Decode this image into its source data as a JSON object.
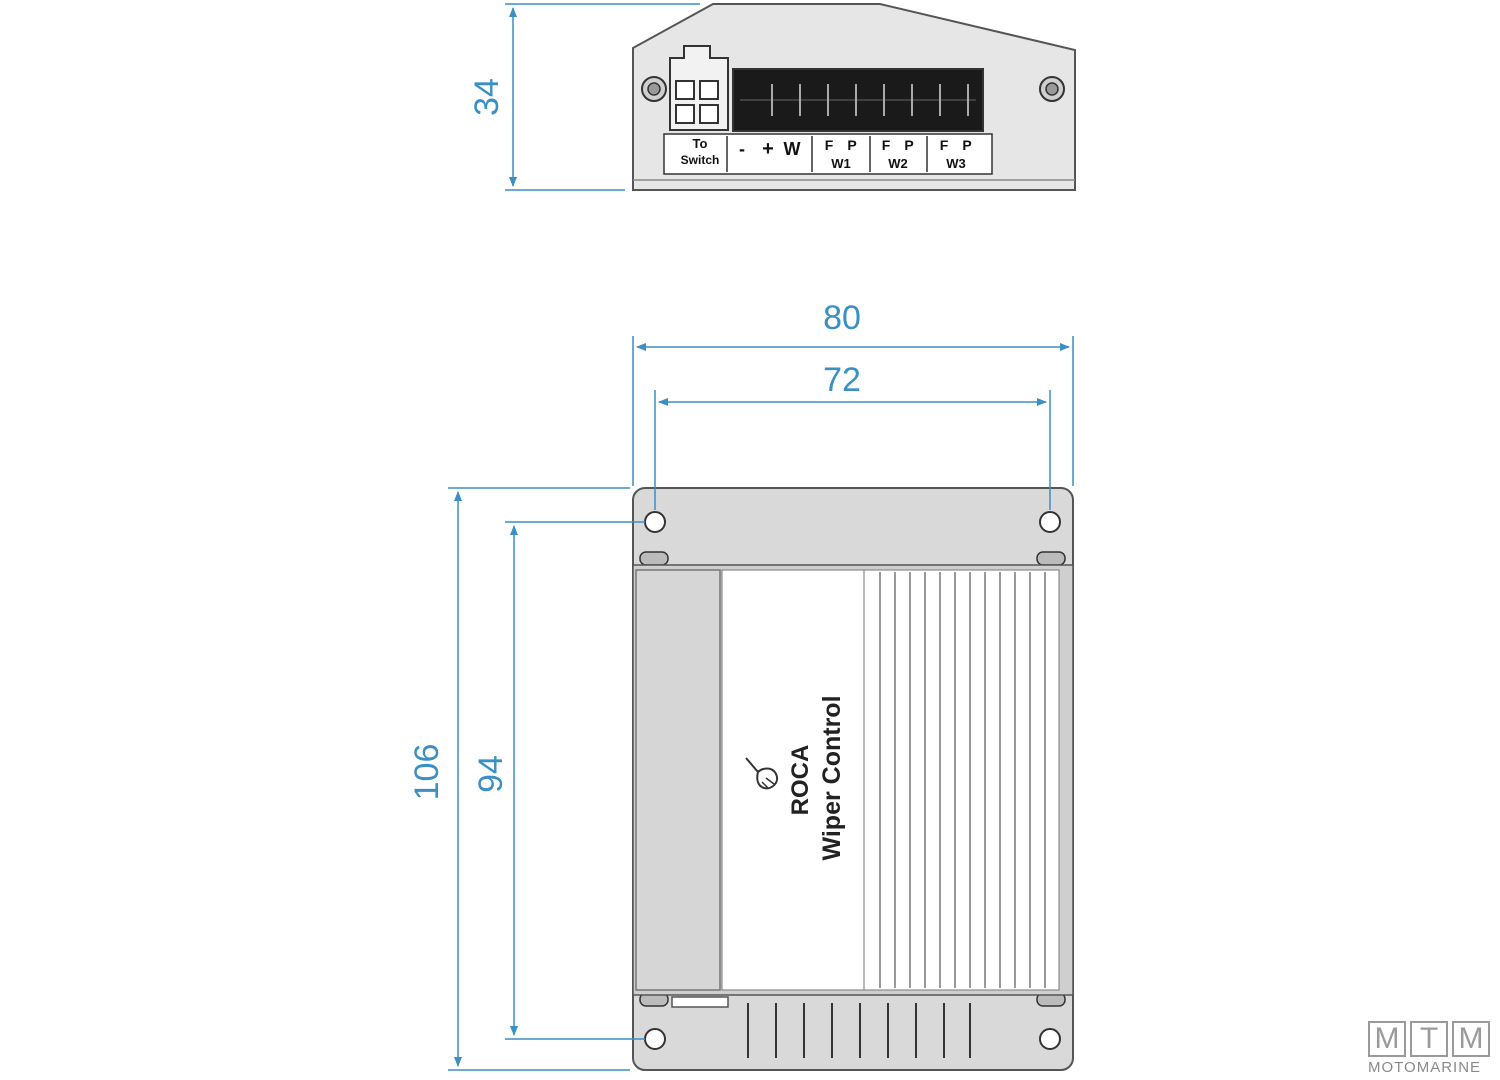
{
  "dimensions": {
    "height_side": "34",
    "width_outer": "80",
    "width_holes": "72",
    "height_outer": "106",
    "height_holes": "94"
  },
  "terminals": {
    "to_switch_line1": "To",
    "to_switch_line2": "Switch",
    "minus": "-",
    "plus": "+",
    "w": "W",
    "groups": [
      {
        "f": "F",
        "p": "P",
        "name": "W1"
      },
      {
        "f": "F",
        "p": "P",
        "name": "W2"
      },
      {
        "f": "F",
        "p": "P",
        "name": "W3"
      }
    ]
  },
  "device": {
    "brand": "ROCA",
    "product": "Wiper Control"
  },
  "watermark": {
    "letters": [
      "M",
      "T",
      "M"
    ],
    "text": "MOTOMARINE"
  },
  "colors": {
    "dimension": "#3a8fc4",
    "housing": "#d9d9d9",
    "outline": "#555555"
  }
}
